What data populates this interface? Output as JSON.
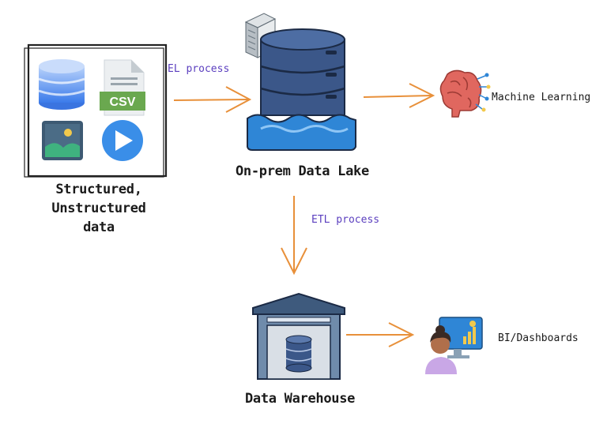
{
  "sources": {
    "label_line1": "Structured,",
    "label_line2": "Unstructured",
    "label_line3": "data",
    "csv_text": "CSV"
  },
  "edges": {
    "el_label": "EL process",
    "etl_label": "ETL process"
  },
  "lake": {
    "label": "On-prem Data Lake"
  },
  "ml": {
    "label": "Machine Learning"
  },
  "warehouse": {
    "label": "Data Warehouse"
  },
  "bi": {
    "label": "BI/Dashboards"
  },
  "colors": {
    "arrow": "#e8903a",
    "lake_body": "#3b5789",
    "water": "#2f86d6",
    "db_blue": "#4d8fe6",
    "brain": "#e0675f"
  }
}
